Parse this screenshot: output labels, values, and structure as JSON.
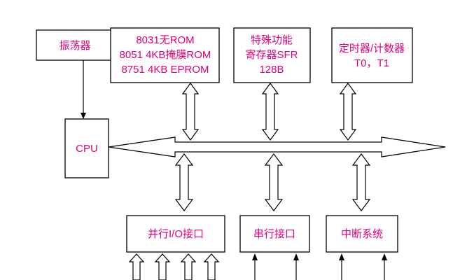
{
  "colors": {
    "label_text": "#e0007a",
    "stroke": "#000000",
    "background": "#ffffff"
  },
  "oscillator": {
    "label": "振荡器"
  },
  "cpu": {
    "label": "CPU"
  },
  "rom": {
    "line1": "8031无ROM",
    "line2": "8051 4KB掩膜ROM",
    "line3": "8751 4KB EPROM"
  },
  "sfr": {
    "line1": "特殊功能",
    "line2": "寄存器SFR",
    "line3": "128B"
  },
  "timer": {
    "line1": "定时器/计数器",
    "line2": "T0，T1"
  },
  "parallel_io": {
    "label": "并行I/O接口"
  },
  "serial_port": {
    "label": "串行接口"
  },
  "interrupt": {
    "label": "中断系统"
  }
}
